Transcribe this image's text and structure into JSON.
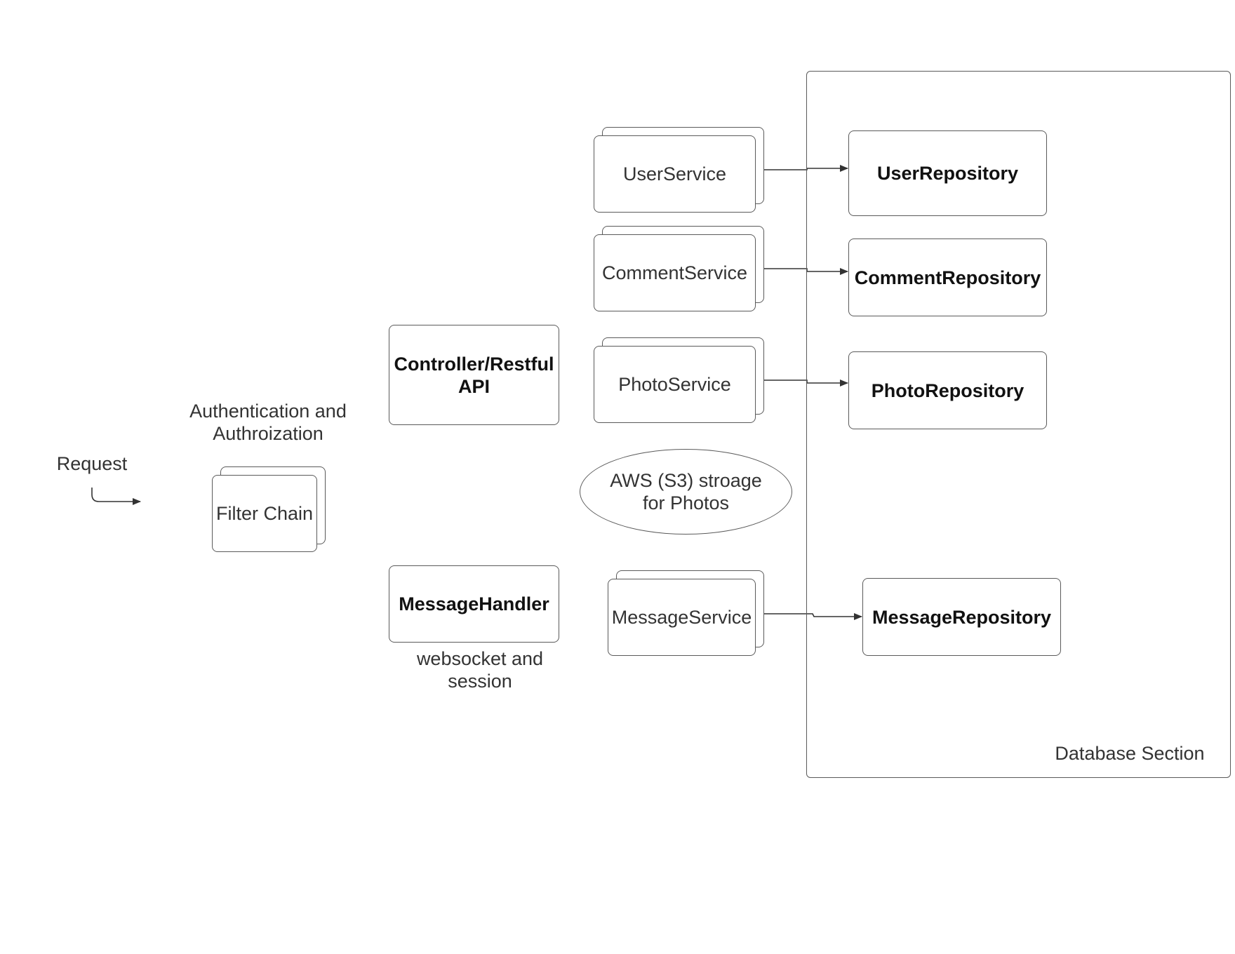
{
  "diagram": {
    "request_label": "Request",
    "auth_label": "Authentication and Authroization",
    "filter_chain": "Filter Chain",
    "controller": "Controller/Restful API",
    "message_handler": "MessageHandler",
    "websocket_label": "websocket and session",
    "aws_storage": "AWS (S3) stroage for Photos",
    "database_section": "Database Section",
    "services": {
      "user": "UserService",
      "comment": "CommentService",
      "photo": "PhotoService",
      "message": "MessageService"
    },
    "repositories": {
      "user": "UserRepository",
      "comment": "CommentRepository",
      "photo": "PhotoRepository",
      "message": "MessageRepository"
    },
    "colors": {
      "stroke": "#5a5a5a",
      "text": "#333333",
      "background": "#ffffff"
    }
  }
}
